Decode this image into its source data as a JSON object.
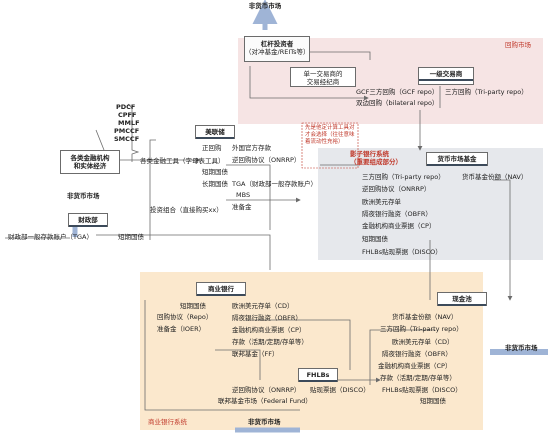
{
  "colors": {
    "zone_repo": "#f6e4e4",
    "zone_shadow": "#e6e8ec",
    "zone_bank": "#fbe8cd",
    "arrow_blue": "#9fb4d6",
    "line": "#6b6b6b",
    "accent_red": "#c0392b"
  },
  "zones": {
    "repo_market": "回购市场",
    "shadow_bank": "影子银行系统\n（重要组成部分）",
    "commercial_bank": "商业银行系统"
  },
  "top_label": "非货币市场",
  "hedge_fund": {
    "title": "杠杆投资者",
    "subtitle": "（对冲基金/REITs等）",
    "ring": "2"
  },
  "dealer": "单一交易商的\n交易经纪商",
  "trading_house": "一级交易商",
  "gcf": "GCF三方回购（GCF repo）",
  "bilateral": "双边回购（bilateral repo）",
  "triparty_top": "三方回购（Tri-party repo）",
  "fed_tools": [
    "PDCF",
    "CPFF",
    "MMLF",
    "PMCCF",
    "SMCCF"
  ],
  "fed_tools_label": "各类金融工具（字母表工具）",
  "fin_inst": "各类金融机构\n和实体经济",
  "fed": {
    "title": "美联储",
    "items": [
      "正回购",
      "外国官方存款",
      "逆回购协议（ONRRP）",
      "短期国债",
      "TGA（财政部一般存款账户）",
      "长期国债",
      "MBS",
      "投资组合（直接购买xx）",
      "准备金"
    ]
  },
  "note": "先是他定计算工具对才会选择（往往意味着流动性充裕）",
  "mmf": {
    "title": "货币市场基金",
    "items": [
      "三方回购（Tri-party repo）",
      "货币基金份额（NAV）",
      "逆回购协议（ONRRP）",
      "欧洲美元存单",
      "隔夜银行融资（OBFR）",
      "金融机构商业票据（CP）",
      "短期国债",
      "FHLBs贴现票据（DISCO）"
    ]
  },
  "treasury": {
    "title": "财政部",
    "left": "财政部一般存款账户（TGA）",
    "right": "短期国债",
    "market": "非货币市场"
  },
  "bank": {
    "title": "商业银行",
    "items": [
      "短期国债",
      "回购协议（Repo）",
      "准备金（IOER）",
      "欧洲美元存单（CD）",
      "隔夜银行融资（OBFR）",
      "金融机构商业票据（CP）",
      "存款（活期/定期/存单等）",
      "联邦基金（FF）",
      "联邦基金市场（Federal Fund）"
    ]
  },
  "cash_pool": {
    "title": "现金池",
    "items": [
      "货币基金份额（NAV）",
      "三方回购（Tri-party repo）",
      "欧洲美元存单（CD）",
      "隔夜银行融资（OBFR）",
      "金融机构商业票据（CP）",
      "存款（活期/定期/存单等）",
      "FHLBs贴现票据（DISCO）",
      "短期国债"
    ],
    "market": "非货币市场"
  },
  "fhlb": {
    "title": "FHLBs",
    "items": [
      "逆回购协议（ONRRP）",
      "联邦基金市场（Federal Fund）",
      "贴现票据（DISCO）"
    ]
  },
  "bottom_market": "非货币市场"
}
